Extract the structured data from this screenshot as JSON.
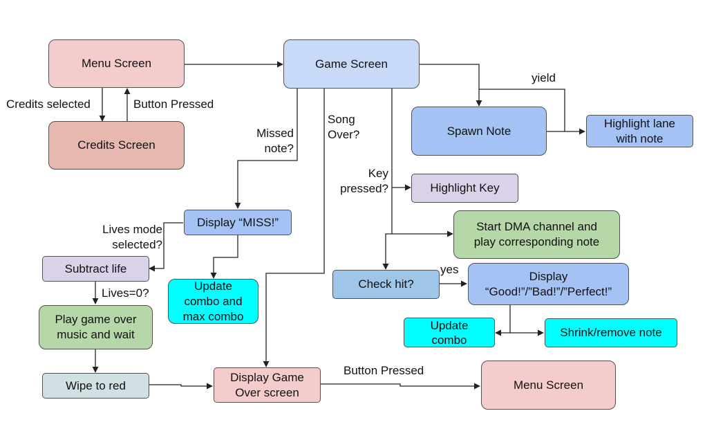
{
  "colors": {
    "menu": "#f4cccc",
    "credits": "#e6b8af",
    "game": "#c9daf8",
    "blue": "#a4c2f4",
    "lavender": "#d9d2e9",
    "green": "#b6d7a8",
    "cyan": "#00ffff",
    "gray_blue": "#d0e0e3",
    "check_hit": "#9fc5e8",
    "line": "#222222"
  },
  "nodes": {
    "menu_screen": "Menu Screen",
    "credits_screen": "Credits Screen",
    "game_screen": "Game Screen",
    "spawn_note": "Spawn Note",
    "highlight_lane": "Highlight lane\nwith note",
    "highlight_key": "Highlight Key",
    "start_dma": "Start DMA channel and\nplay corresponding note",
    "display_miss": "Display “MISS!”",
    "subtract_life": "Subtract life",
    "update_combo_max": "Update\ncombo and\nmax combo",
    "play_game_over": "Play game over\nmusic and wait",
    "wipe_red": "Wipe to red",
    "display_game_over": "Display Game\nOver screen",
    "menu_screen_2": "Menu Screen",
    "check_hit": "Check hit?",
    "display_rating": "Display\n“Good!”/”Bad!”/”Perfect!”",
    "update_combo": "Update\ncombo",
    "shrink_remove": "Shrink/remove note"
  },
  "labels": {
    "credits_selected": "Credits selected",
    "button_pressed_1": "Button Pressed",
    "yield": "yield",
    "missed_note": "Missed\nnote?",
    "song_over": "Song\nOver?",
    "key_pressed": "Key\npressed?",
    "lives_mode": "Lives mode\nselected?",
    "lives_zero": "Lives=0?",
    "yes": "yes",
    "button_pressed_2": "Button Pressed"
  }
}
